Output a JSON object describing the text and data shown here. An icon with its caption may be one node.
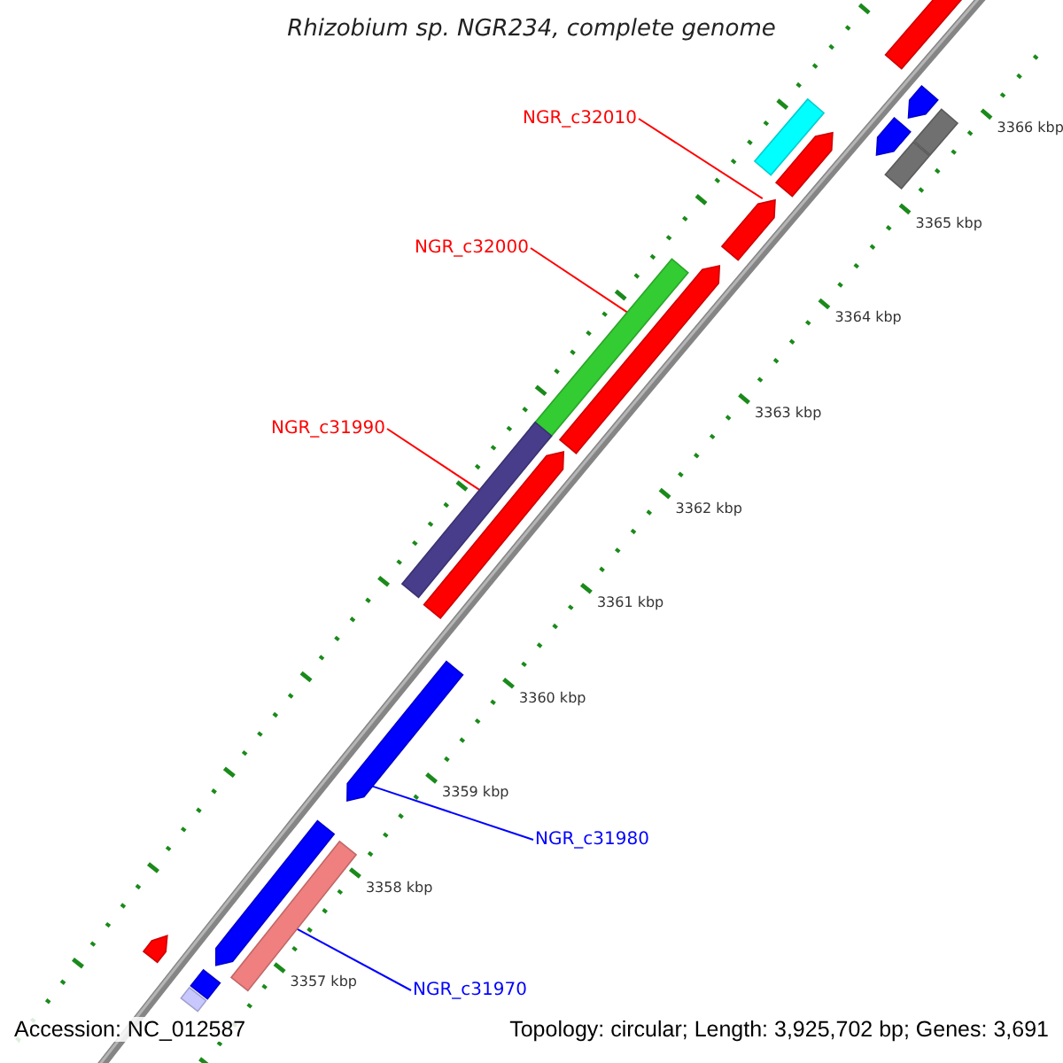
{
  "diagram": {
    "title": "Rhizobium sp. NGR234, complete genome",
    "nodes": [
      {
        "text": [
          "NGR_c32010"
        ]
      },
      {
        "text": [],
        "shape": "bar"
      },
      {
        "text": [
          "NGR_c32000"
        ]
      },
      {
        "text": [],
        "shape": "bar"
      },
      {
        "text": [
          "NGR_c31990"
        ]
      },
      {
        "text": [],
        "shape": "bar"
      },
      {
        "text": [
          "NGR_c31980"
        ]
      },
      {
        "text": [],
        "shape": "bar"
      },
      {
        "text": [
          "NGR_c31970"
        ]
      },
      {
        "text": [],
        "shape": "bar"
      },
      {
        "text": [],
        "shape": "bar"
      },
      {
        "text": [],
        "shape": "bar"
      },
      {
        "text": [],
        "shape": "bar"
      },
      {
        "text": [],
        "shape": "bar"
      },
      {
        "text": [],
        "shape": "bar"
      },
      {
        "text": [],
        "shape": "bar"
      },
      {
        "text": [],
        "shape": "bar"
      },
      {
        "text": [],
        "shape": "bar"
      },
      {
        "text": [],
        "shape": "bar"
      },
      {
        "text": [],
        "shape": "bar"
      },
      {
        "text": [],
        "shape": "bar"
      },
      {
        "text": [],
        "shape": "bar"
      },
      {
        "text": [],
        "shape": "bar"
      }
    ],
    "edges": [
      {
        "from": 0,
        "to": 1,
        "arrow": "none"
      },
      {
        "from": 2,
        "to": 3,
        "arrow": "none"
      },
      {
        "from": 4,
        "to": 5,
        "arrow": "none"
      },
      {
        "from": 6,
        "to": 7,
        "arrow": "none",
        "color": "#0000ff"
      },
      {
        "from": 8,
        "to": 9,
        "arrow": "none",
        "color": "#0000ff"
      }
    ],
    "labels": [
      "3366 kbp",
      "3365 kbp",
      "3364 kbp",
      "3363 kbp",
      "3362 kbp",
      "3361 kbp",
      "3360 kbp",
      "3359 kbp",
      "3358 kbp",
      "3357 kbp",
      "Accession: NC_012587",
      "Topology: circular; Length: 3,925,702 bp; Genes: 3,691"
    ]
  }
}
